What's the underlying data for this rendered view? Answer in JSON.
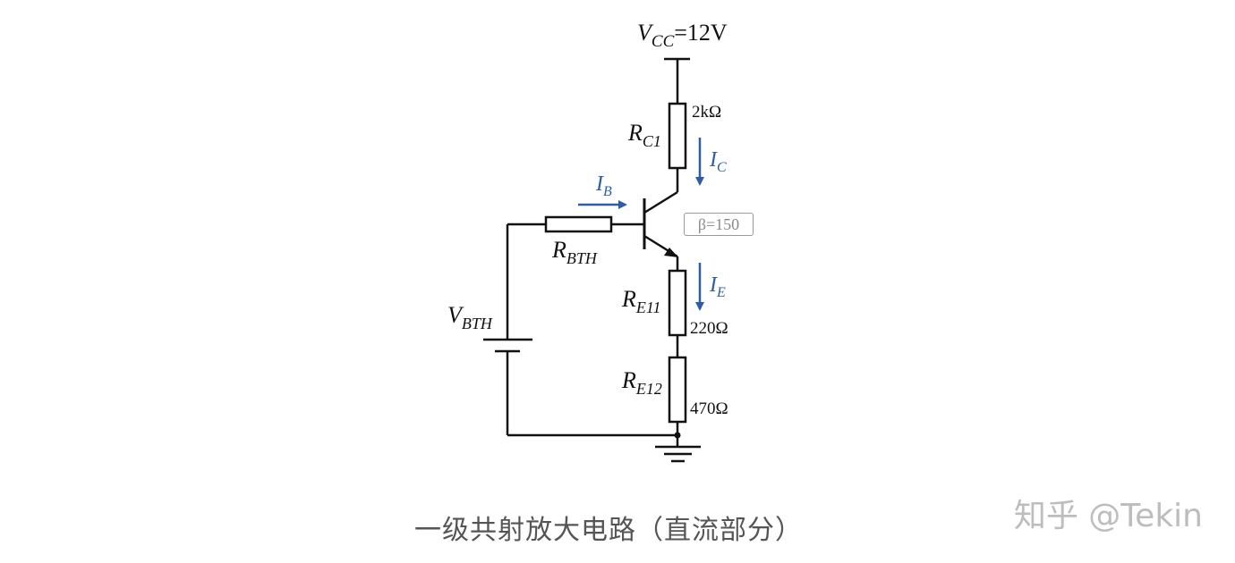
{
  "diagram": {
    "title": "一级共射放大电路（直流部分）",
    "watermark": "知乎 @Tekin",
    "supply": {
      "symbol": "V",
      "subscript": "CC",
      "value": "=12V"
    },
    "components": {
      "rc1": {
        "symbol": "R",
        "subscript": "C1",
        "value": "2kΩ"
      },
      "rbth": {
        "symbol": "R",
        "subscript": "BTH"
      },
      "re11": {
        "symbol": "R",
        "subscript": "E11",
        "value": "220Ω"
      },
      "re12": {
        "symbol": "R",
        "subscript": "E12",
        "value": "470Ω"
      },
      "vbth": {
        "symbol": "V",
        "subscript": "BTH"
      },
      "transistor": {
        "type": "NPN",
        "beta_label": "β=150"
      }
    },
    "currents": {
      "ib": {
        "symbol": "I",
        "subscript": "B",
        "direction": "right"
      },
      "ic": {
        "symbol": "I",
        "subscript": "C",
        "direction": "down"
      },
      "ie": {
        "symbol": "I",
        "subscript": "E",
        "direction": "down"
      }
    },
    "colors": {
      "wire": "#111111",
      "current": "#2b5ea7",
      "caption": "#555555",
      "watermark": "#bdbdbd"
    }
  }
}
